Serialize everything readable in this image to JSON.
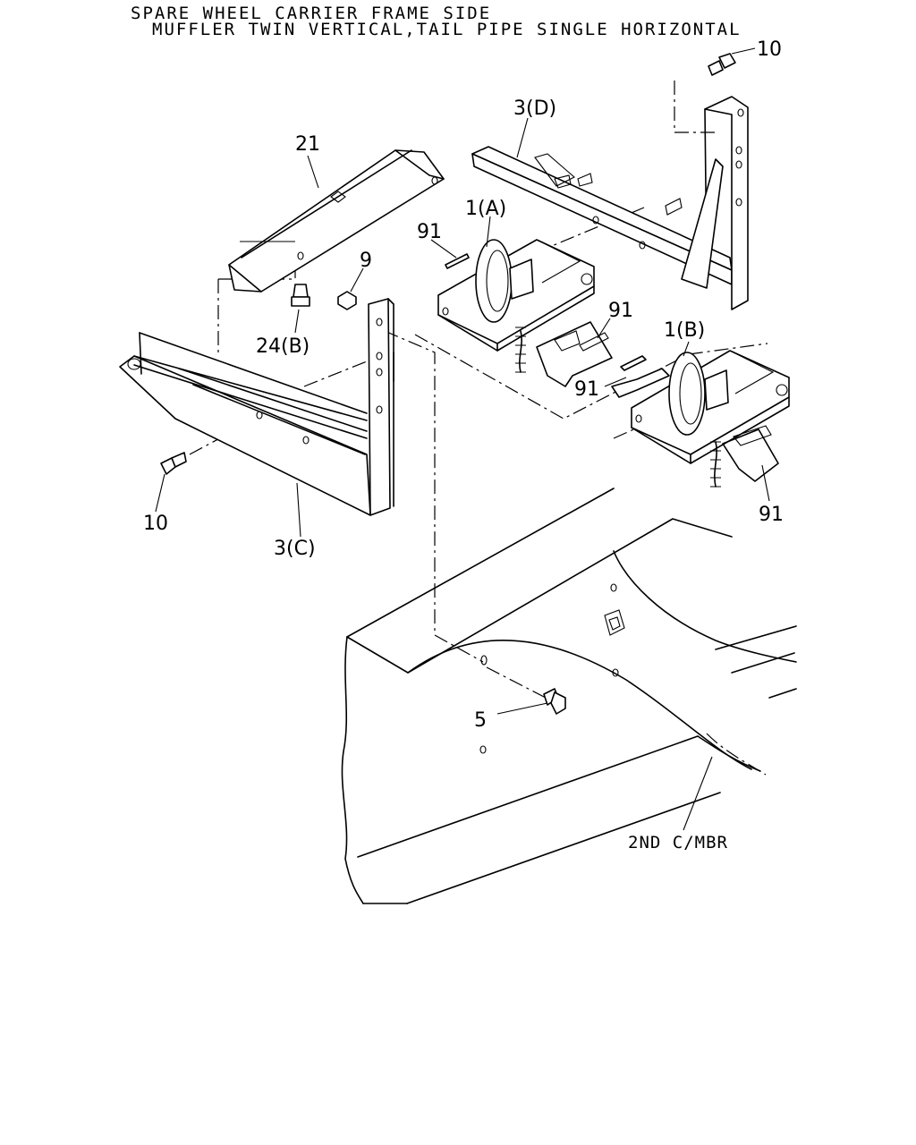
{
  "header": {
    "line1": "SPARE WHEEL CARRIER FRAME SIDE",
    "line2": "MUFFLER TWIN VERTICAL,TAIL PIPE SINGLE HORIZONTAL"
  },
  "callouts": {
    "bolt_top_right": "10",
    "bracket_right": "3(D)",
    "plate": "21",
    "winch_a": "1(A)",
    "pin_a": "91",
    "nut": "9",
    "bolt_plate": "24(B)",
    "clip_mid": "91",
    "winch_b": "1(B)",
    "clip_left_b": "91",
    "bolt_left": "10",
    "bracket_left": "3(C)",
    "clip_right_b": "91",
    "bolt_frame": "5",
    "crossmember": "2ND C/MBR"
  }
}
